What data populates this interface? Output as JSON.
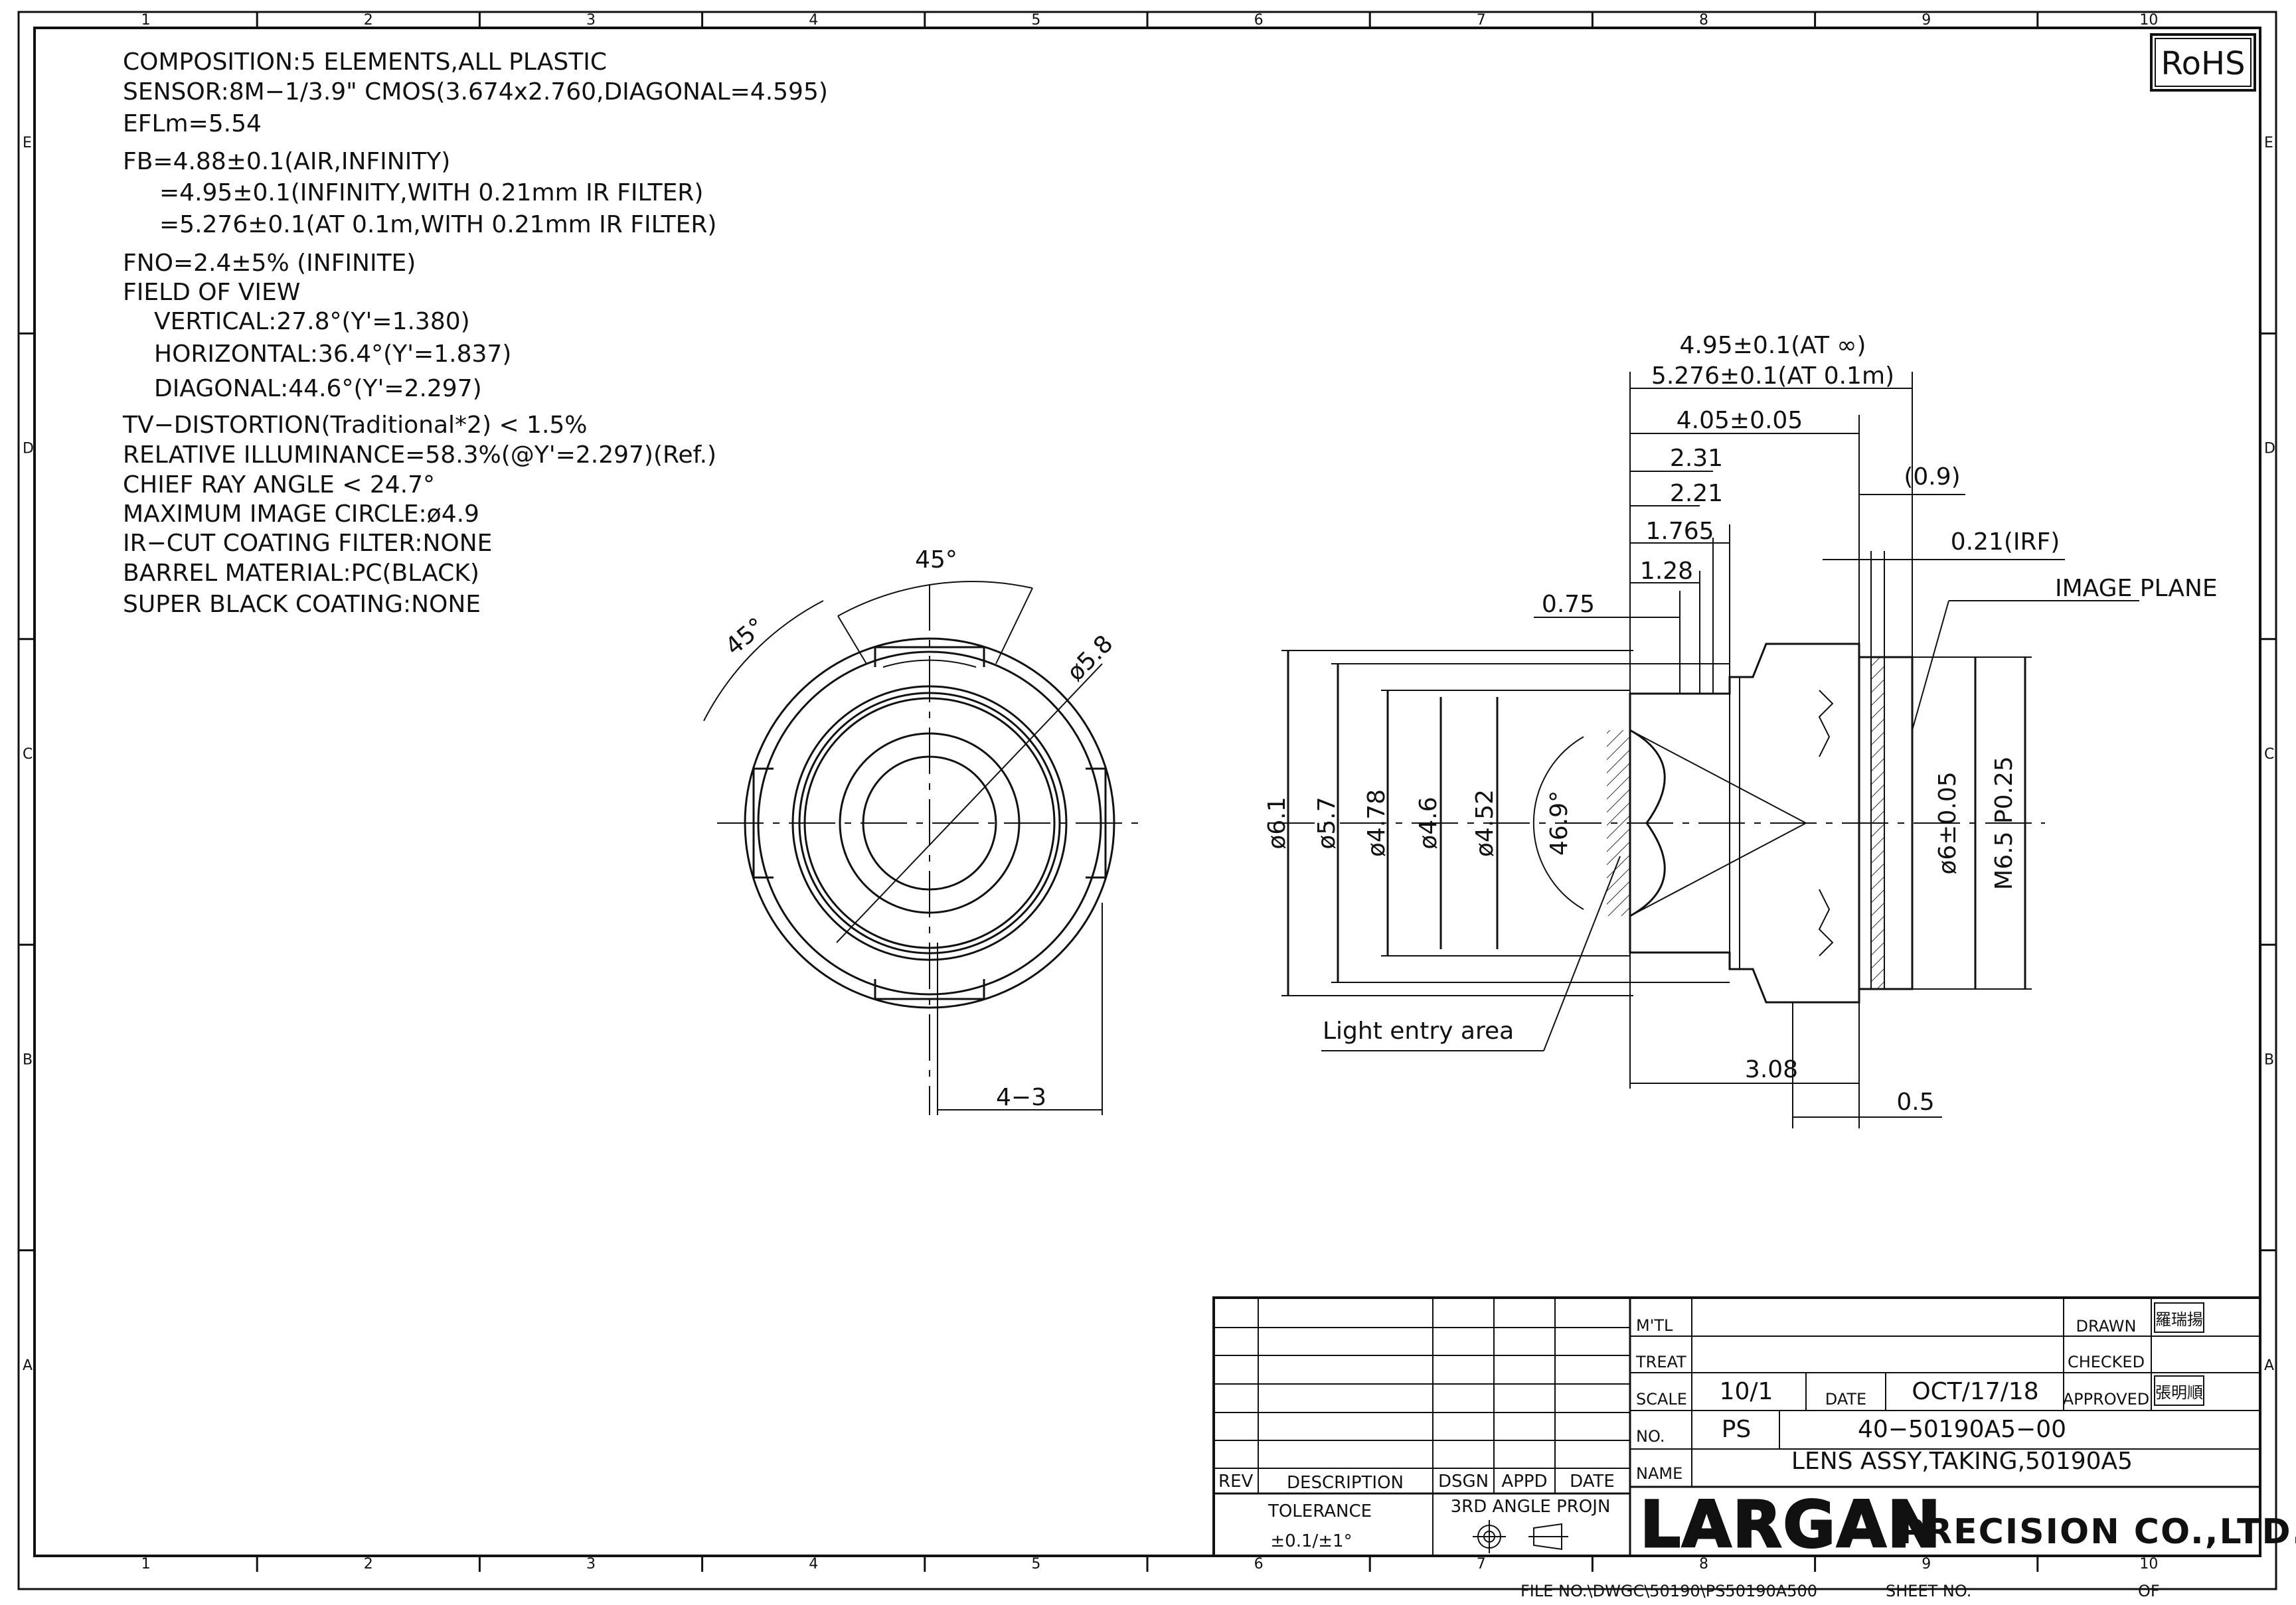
{
  "badge": "RoHS",
  "zones": {
    "top": [
      "1",
      "2",
      "3",
      "4",
      "5",
      "6",
      "7",
      "8",
      "9",
      "10"
    ],
    "bottom": [
      "1",
      "2",
      "3",
      "4",
      "5",
      "6",
      "7",
      "8",
      "9",
      "10"
    ],
    "left": [
      "E",
      "D",
      "C",
      "B",
      "A"
    ],
    "right": [
      "E",
      "D",
      "C",
      "B",
      "A"
    ]
  },
  "specs": [
    "COMPOSITION:5  ELEMENTS,ALL  PLASTIC",
    "SENSOR:8M−1/3.9\"  CMOS(3.674x2.760,DIAGONAL=4.595)",
    "EFLm=5.54",
    "FB=4.88±0.1(AIR,INFINITY)",
    "=4.95±0.1(INFINITY,WITH  0.21mm  IR  FILTER)",
    "=5.276±0.1(AT  0.1m,WITH  0.21mm  IR  FILTER)",
    "FNO=2.4±5%  (INFINITE)",
    "FIELD  OF  VIEW",
    "VERTICAL:27.8°(Y'=1.380)",
    "HORIZONTAL:36.4°(Y'=1.837)",
    "DIAGONAL:44.6°(Y'=2.297)",
    "TV−DISTORTION(Traditional*2)  <  1.5%",
    "RELATIVE  ILLUMINANCE=58.3%(@Y'=2.297)(Ref.)",
    "CHIEF  RAY  ANGLE  <  24.7°",
    "MAXIMUM  IMAGE  CIRCLE:ø4.9",
    "IR−CUT  COATING  FILTER:NONE",
    "BARREL  MATERIAL:PC(BLACK)",
    "SUPER  BLACK  COATING:NONE"
  ],
  "front_view": {
    "angle_top": "45°",
    "angle_left": "45°",
    "diameter": "ø5.8",
    "slots": "4−3"
  },
  "side_view": {
    "dims_horizontal": [
      "4.95±0.1(AT  ∞)",
      "5.276±0.1(AT  0.1m)",
      "4.05±0.05",
      "2.31",
      "2.21",
      "1.765",
      "1.28",
      "0.75",
      "(0.9)",
      "0.21(IRF)",
      "3.08",
      "0.5"
    ],
    "image_plane": "IMAGE  PLANE",
    "light_entry": "Light  entry  area",
    "dims_vertical": [
      "ø6.1",
      "ø5.7",
      "ø4.78",
      "ø4.6",
      "ø4.52",
      "46.9°",
      "ø6±0.05",
      "M6.5  P0.25"
    ]
  },
  "title_block": {
    "rev": "REV",
    "description": "DESCRIPTION",
    "dsgn": "DSGN",
    "appd": "APPD",
    "date_col": "DATE",
    "tolerance_label": "TOLERANCE",
    "tolerance_value": "±0.1/±1°",
    "projection": "3RD  ANGLE  PROJN",
    "mtl": "M'TL",
    "treat": "TREAT",
    "scale_label": "SCALE",
    "scale_value": "10/1",
    "date_label": "DATE",
    "date_value": "OCT/17/18",
    "no_label": "NO.",
    "no_prefix": "PS",
    "no_value": "40−50190A5−00",
    "name_label": "NAME",
    "name_value": "LENS  ASSY,TAKING,50190A5",
    "drawn": "DRAWN",
    "checked": "CHECKED",
    "approved": "APPROVED",
    "drawn_sig": "羅瑞揚",
    "approved_sig": "張明順",
    "company_mark": "LARGAN",
    "company_rest": "PRECISION CO.,LTD."
  },
  "footer": {
    "file_no": "FILE  NO.\\DWGC\\50190\\PS50190A500",
    "sheet_no": "SHEET  NO.",
    "of": "OF"
  }
}
